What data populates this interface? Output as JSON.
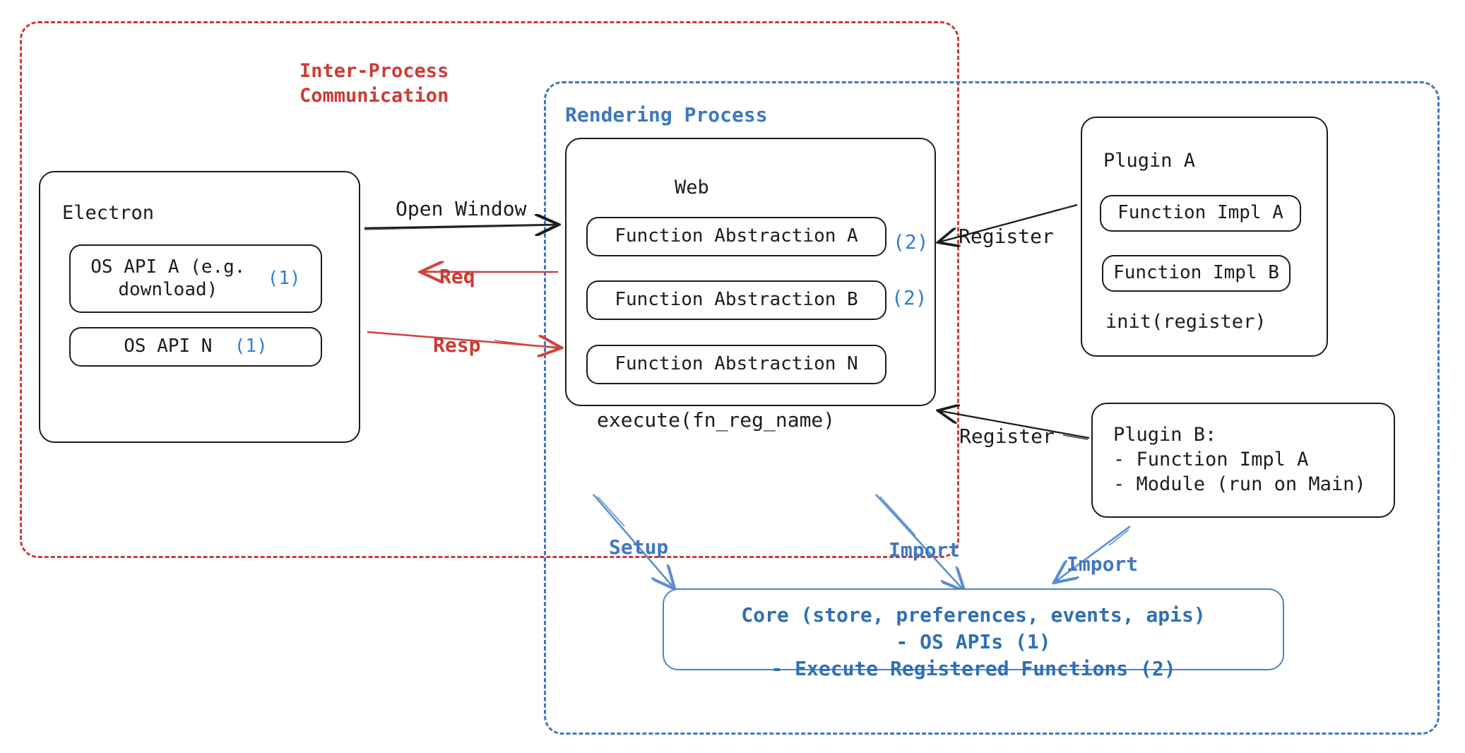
{
  "diagram": {
    "title": "Electron plugin architecture",
    "colors": {
      "red": "#cc3b34",
      "blue": "#3e78c0",
      "blue_ref": "#2f7fd1",
      "core_blue": "#2f6fb5",
      "ink": "#1c1c1c"
    },
    "regions": {
      "ipc": {
        "label": "Inter-Process\nCommunication",
        "style": "dashed",
        "color": "#cc3b34"
      },
      "rendering": {
        "label": "Rendering Process",
        "style": "dashed",
        "color": "#3e78c0"
      }
    },
    "nodes": {
      "electron": {
        "title": "Electron",
        "items": [
          {
            "label": "OS API A (e.g.\ndownload)",
            "ref": "(1)"
          },
          {
            "label": "OS API N",
            "ref": "(1)"
          }
        ]
      },
      "web": {
        "title": "Web",
        "items": [
          {
            "label": "Function Abstraction A",
            "ref": "(2)"
          },
          {
            "label": "Function Abstraction B",
            "ref": "(2)"
          },
          {
            "label": "Function Abstraction N",
            "ref": ""
          }
        ],
        "footer": "execute(fn_reg_name)"
      },
      "plugin_a": {
        "title": "Plugin A",
        "items": [
          {
            "label": "Function Impl A"
          },
          {
            "label": "Function Impl B"
          }
        ],
        "footer": "init(register)"
      },
      "plugin_b": {
        "text": "Plugin B:\n- Function Impl A\n- Module (run on Main)"
      },
      "core": {
        "text": "Core (store, preferences, events, apis)\n- OS APIs (1)\n- Execute Registered Functions (2)"
      }
    },
    "edges": {
      "open_window": "Open Window",
      "req": "Req",
      "resp": "Resp",
      "register_plugin_a": "Register",
      "register_plugin_b": "Register",
      "setup": "Setup",
      "import_web": "Import",
      "import_plugin_b": "Import"
    }
  }
}
